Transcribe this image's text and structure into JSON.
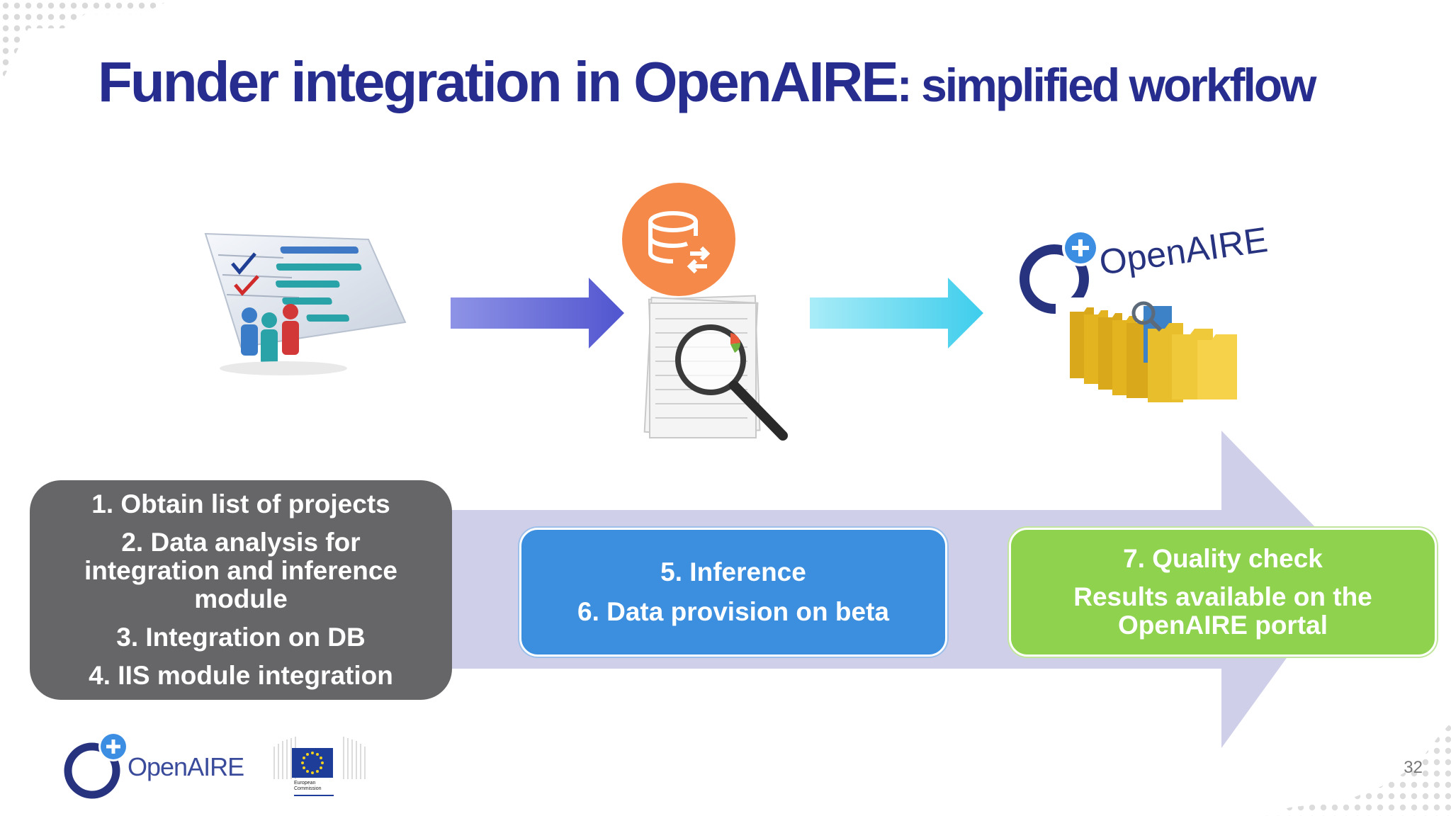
{
  "title": {
    "main": "Funder integration in OpenAIRE",
    "sub": ": simplified workflow"
  },
  "steps_left": [
    "1. Obtain list of projects",
    "2. Data analysis for integration and inference module",
    "3. Integration on DB",
    "4. IIS module integration"
  ],
  "steps_middle": [
    "5. Inference",
    "6. Data provision on beta"
  ],
  "steps_right": [
    "7. Quality check",
    "Results available on the OpenAIRE portal"
  ],
  "logo_top_text": "OpenAIRE",
  "footer": {
    "openaire_logo_text": "OpenAIRE",
    "ec_label_line1": "European",
    "ec_label_line2": "Commission",
    "page_number": "32"
  },
  "colors": {
    "title": "#262d8f",
    "gray_box": "#666669",
    "blue_box": "#3c8ede",
    "green_box": "#8fd24e",
    "flow_arrow": "#cfcfe9",
    "arrow_purple": "#6a6fd8",
    "arrow_cyan": "#5fd4ef",
    "db_circle": "#f5894a"
  },
  "icons": [
    "dots-pattern-icon",
    "project-chart-icon",
    "database-icon",
    "magnifier-documents-icon",
    "folders-search-icon",
    "openaire-logo-icon",
    "eu-flag-icon"
  ]
}
